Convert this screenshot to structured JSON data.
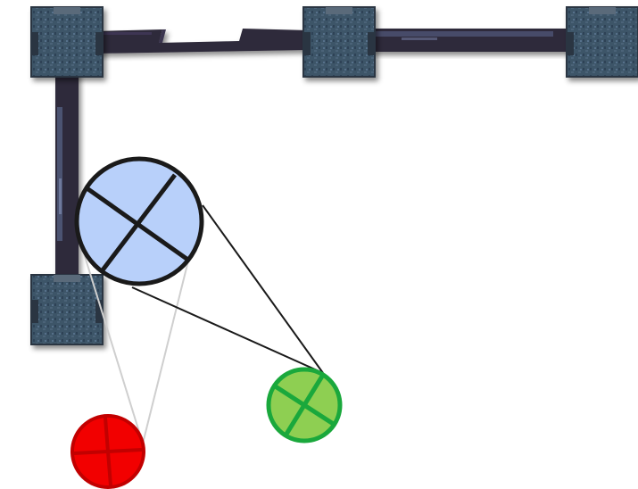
{
  "scene": {
    "background": "#ffffff",
    "pillars": [
      {
        "name": "stone-pillar-top-left"
      },
      {
        "name": "stone-pillar-top-middle"
      },
      {
        "name": "stone-pillar-top-right"
      },
      {
        "name": "stone-pillar-bottom-left"
      }
    ],
    "walls": [
      {
        "name": "wall-segment-top-left"
      },
      {
        "name": "wall-segment-top-right"
      },
      {
        "name": "wall-segment-left-vertical"
      }
    ],
    "markers": [
      {
        "name": "selected-unit-marker",
        "fill": "#b8d0fa",
        "stroke": "#1a1a1a"
      },
      {
        "name": "friendly-unit-marker",
        "fill": "#8ecf52",
        "stroke": "#1aa83c"
      },
      {
        "name": "enemy-unit-marker",
        "fill": "#f20000",
        "stroke": "#c20000"
      }
    ],
    "colors": {
      "pillar_fill": "#3d5468",
      "pillar_edge": "#2a3442",
      "wall_fill": "#2f2a3a",
      "wall_highlight": "#6a7aa8",
      "enemy_view_cone": "#cfcfcf",
      "friendly_view_cone": "#1a1a1a"
    }
  }
}
